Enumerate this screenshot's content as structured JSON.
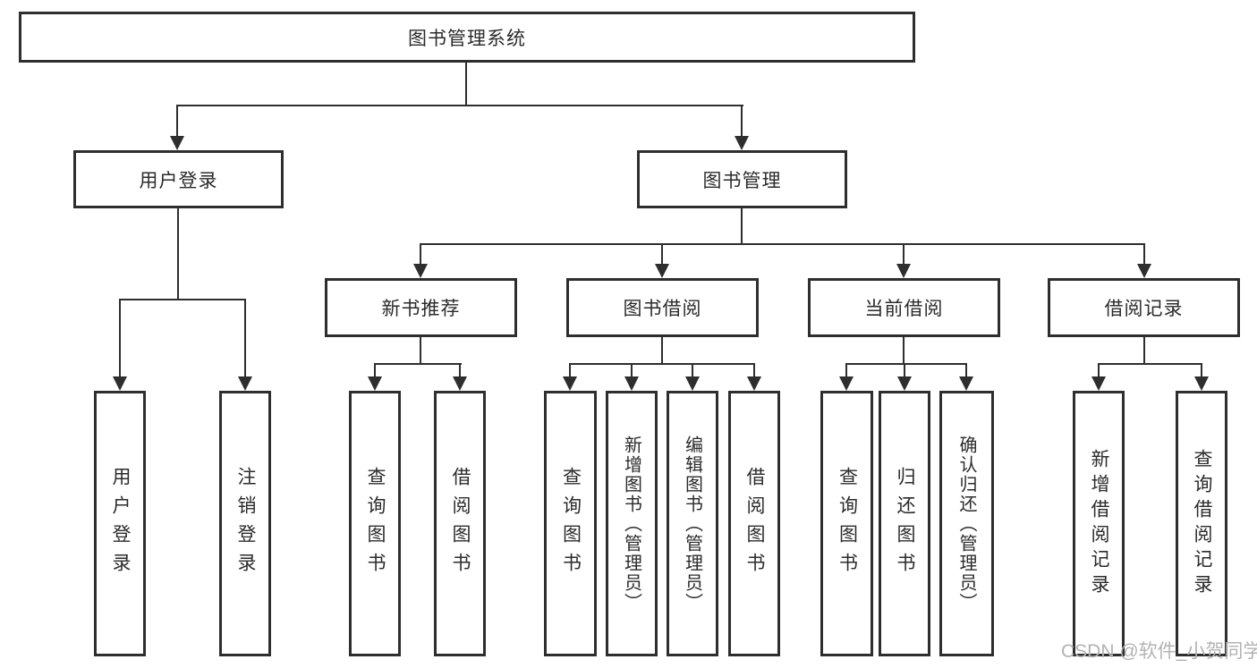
{
  "diagram": {
    "tree": {
      "label": "图书管理系统",
      "children": [
        {
          "label": "用户登录",
          "children": [
            {
              "label": "用户登录"
            },
            {
              "label": "注销登录"
            }
          ]
        },
        {
          "label": "图书管理",
          "children": [
            {
              "label": "新书推荐",
              "children": [
                {
                  "label": "查询图书"
                },
                {
                  "label": "借阅图书"
                }
              ]
            },
            {
              "label": "图书借阅",
              "children": [
                {
                  "label": "查询图书"
                },
                {
                  "label": "新增图书（管理员）"
                },
                {
                  "label": "编辑图书（管理员）"
                },
                {
                  "label": "借阅图书"
                }
              ]
            },
            {
              "label": "当前借阅",
              "children": [
                {
                  "label": "查询图书"
                },
                {
                  "label": "归还图书"
                },
                {
                  "label": "确认归还（管理员）"
                }
              ]
            },
            {
              "label": "借阅记录",
              "children": [
                {
                  "label": "新增借阅记录"
                },
                {
                  "label": "查询借阅记录"
                }
              ]
            }
          ]
        }
      ]
    },
    "colors": {
      "line": "#2e2e2e",
      "box_border": "#2e2e2e",
      "box_fill": "#ffffff",
      "text": "#2b2b2b",
      "background": "#ffffff",
      "watermark": "#b3b3b3"
    }
  },
  "watermark": {
    "text": "CSDN @软件_小贺同学"
  }
}
